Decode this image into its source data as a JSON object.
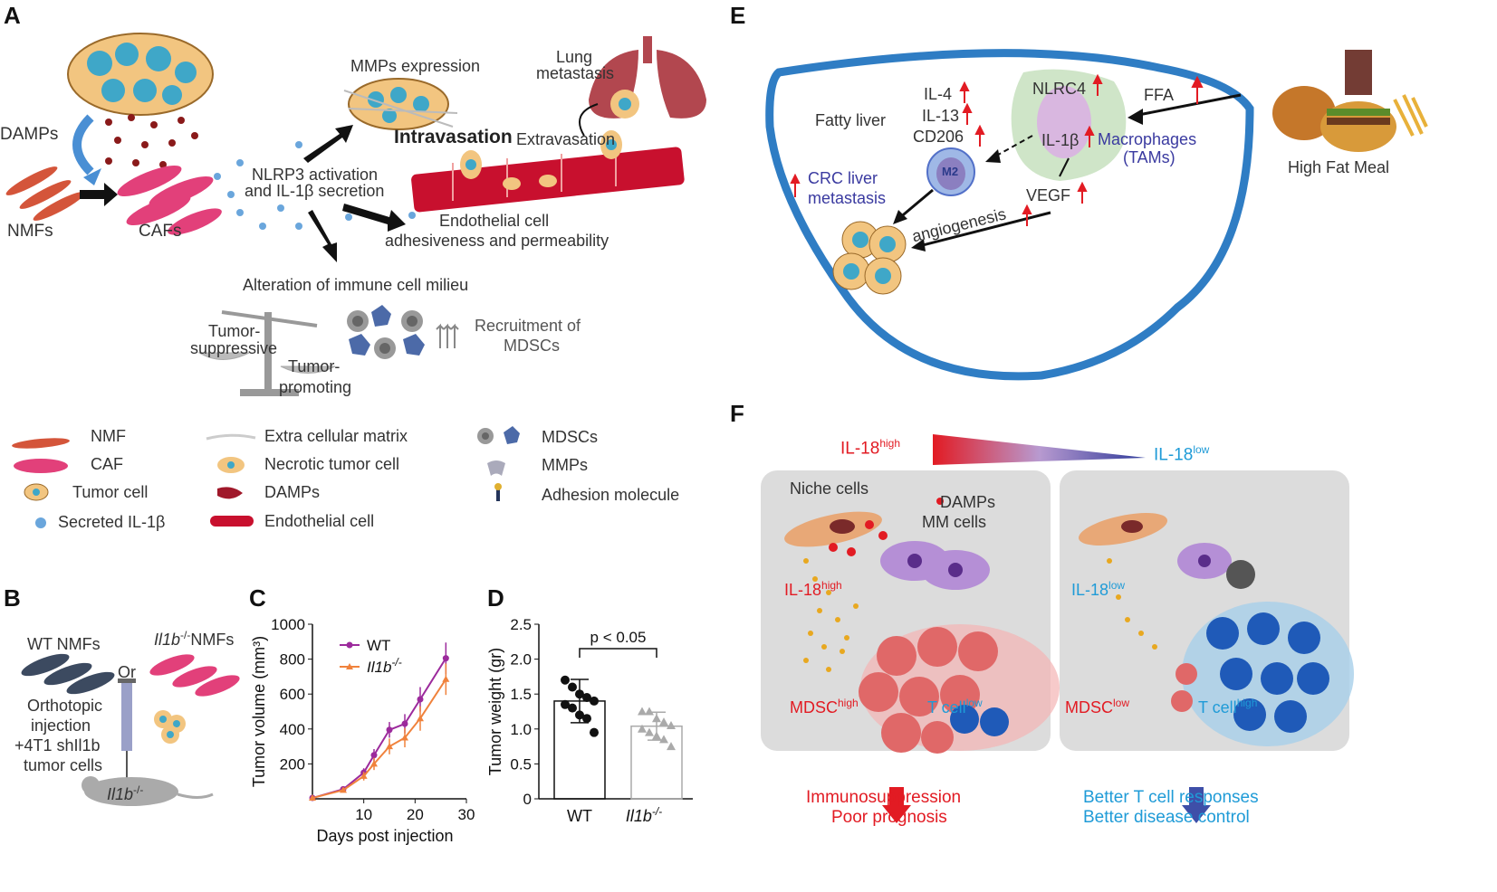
{
  "panels": {
    "A": {
      "letter": "A",
      "damps": "DAMPs",
      "nmfs": "NMFs",
      "cafs": "CAFs",
      "nlrp3_1": "NLRP3 activation",
      "nlrp3_2": "and IL-1β secretion",
      "mmps_expr": "MMPs expression",
      "lung_1": "Lung",
      "lung_2": "metastasis",
      "intravasation": "Intravasation",
      "extravasation": "Extravasation",
      "endo_1": "Endothelial cell",
      "endo_2": "adhesiveness and permeability",
      "immune_milieu": "Alteration of immune cell milieu",
      "tumor_supp_1": "Tumor-",
      "tumor_supp_2": "suppressive",
      "tumor_prom_1": "Tumor-",
      "tumor_prom_2": "promoting",
      "recruit_1": "Recruitment of",
      "recruit_2": "MDSCs",
      "legend": {
        "nmf": "NMF",
        "caf": "CAF",
        "tumor_cell": "Tumor cell",
        "il1b": "Secreted IL-1β",
        "ecm": "Extra cellular matrix",
        "necrotic": "Necrotic tumor cell",
        "damps": "DAMPs",
        "endothelial": "Endothelial cell",
        "mdscs": "MDSCs",
        "mmps": "MMPs",
        "adhesion": "Adhesion molecule"
      }
    },
    "B": {
      "letter": "B",
      "wt_nmfs": "WT NMFs",
      "or": "Or",
      "ko_nmfs_italic": "Il1b",
      "ko_nmfs_sup": "-/-",
      "ko_nmfs_rest": "NMFs",
      "ortho_1": "Orthotopic",
      "ortho_2": "injection",
      "ortho_3": "+4T1 shIl1b",
      "ortho_4": "tumor cells",
      "mouse_italic": "Il1b",
      "mouse_sup": "-/-"
    },
    "C": {
      "letter": "C",
      "ylabel": "Tumor volume (mm³)",
      "xlabel": "Days post injection",
      "legend_wt": "WT",
      "legend_ko": "Il1b",
      "legend_ko_sup": "-/-"
    },
    "D": {
      "letter": "D",
      "ylabel": "Tumor weight (gr)",
      "pvalue": "p < 0.05",
      "xcat_wt": "WT",
      "xcat_ko": "Il1b",
      "xcat_ko_sup": "-/-"
    },
    "E": {
      "letter": "E",
      "fatty_liver": "Fatty liver",
      "il4": "IL-4",
      "il13": "IL-13",
      "cd206": "CD206",
      "nlrc4": "NLRC4",
      "il1b": "IL-1β",
      "ffa": "FFA",
      "macrophages_1": "Macrophages",
      "macrophages_2": "(TAMs)",
      "m2": "M2",
      "crc_1": "CRC liver",
      "crc_2": "metastasis",
      "vegf": "VEGF",
      "angiogenesis": "angiogenesis",
      "high_fat": "High Fat Meal"
    },
    "F": {
      "letter": "F",
      "il18_high": "IL-18",
      "il18_high_sup": "high",
      "il18_low": "IL-18",
      "il18_low_sup": "low",
      "niche": "Niche cells",
      "damps": "DAMPs",
      "mm_cells": "MM cells",
      "left_il18": "IL-18",
      "left_il18_sup": "high",
      "right_il18": "IL-18",
      "right_il18_sup": "low",
      "left_mdsc": "MDSC",
      "left_mdsc_sup": "high",
      "left_tcell": "T cell",
      "left_tcell_sup": "low",
      "right_mdsc": "MDSC",
      "right_mdsc_sup": "low",
      "right_tcell": "T cell",
      "right_tcell_sup": "high",
      "out_left_1": "Immunosuppression",
      "out_left_2": "Poor prognosis",
      "out_right_1": "Better T cell responses",
      "out_right_2": "Better disease control"
    }
  },
  "colors": {
    "red_arrow": "#e21b23",
    "blue_arrow": "#3e4fa8",
    "liver_outline": "#2f7dc4",
    "purple_line": "#9c2a9c",
    "orange_line": "#f0823c",
    "cyan_text": "#1f9bd7"
  },
  "chart_data": [
    {
      "panel": "C",
      "type": "line",
      "xlabel": "Days post injection",
      "ylabel": "Tumor volume (mm3)",
      "xticks": [
        10,
        20,
        30
      ],
      "yticks": [
        200,
        400,
        600,
        800,
        1000
      ],
      "xlim": [
        0,
        30
      ],
      "ylim": [
        0,
        1000
      ],
      "series": [
        {
          "name": "WT",
          "color": "#9c2a9c",
          "marker": "circle",
          "x": [
            0,
            6,
            10,
            12,
            15,
            18,
            21,
            26
          ],
          "y": [
            5,
            55,
            150,
            250,
            395,
            430,
            570,
            805
          ],
          "err": [
            5,
            10,
            25,
            35,
            45,
            55,
            70,
            90
          ]
        },
        {
          "name": "Il1b-/-",
          "color": "#f0823c",
          "marker": "triangle",
          "x": [
            0,
            6,
            10,
            12,
            15,
            18,
            21,
            26
          ],
          "y": [
            5,
            50,
            130,
            200,
            300,
            350,
            460,
            685
          ],
          "err": [
            5,
            10,
            25,
            35,
            45,
            55,
            70,
            90
          ]
        }
      ]
    },
    {
      "panel": "D",
      "type": "bar",
      "ylabel": "Tumor weight (gr)",
      "categories": [
        "WT",
        "Il1b-/-"
      ],
      "values": [
        1.4,
        1.04
      ],
      "errors": [
        0.31,
        0.2
      ],
      "yticks": [
        0,
        0.5,
        1.0,
        1.5,
        2.0,
        2.5
      ],
      "ylim": [
        0,
        2.5
      ],
      "annotation": "p < 0.05",
      "points": [
        [
          1.7,
          1.6,
          1.5,
          1.45,
          1.4,
          1.35,
          1.3,
          1.2,
          1.15,
          0.95
        ],
        [
          1.25,
          1.25,
          1.15,
          1.1,
          1.05,
          1.0,
          0.95,
          0.9,
          0.85,
          0.75
        ]
      ]
    }
  ]
}
